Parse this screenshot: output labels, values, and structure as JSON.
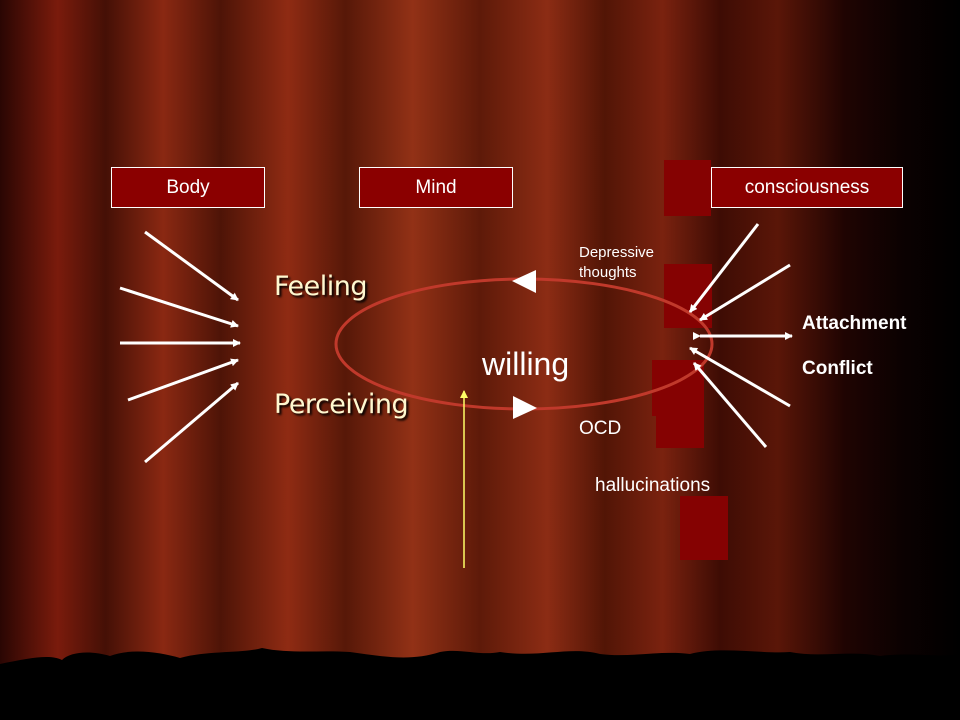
{
  "boxes": {
    "body": "Body",
    "mind": "Mind",
    "consciousness": "consciousness"
  },
  "nodes": {
    "feeling": "Feeling",
    "perceiving": "Perceiving",
    "willing": "willing"
  },
  "conditions": {
    "depressive": "Depressive thoughts",
    "ocd": "OCD",
    "hallucinations": "hallucinations"
  },
  "forces": {
    "attachment": "Attachment",
    "conflict": "Conflict"
  },
  "colors": {
    "box_fill": "#8b0000",
    "cycle_ellipse": "#c0392b",
    "arrow_white": "#ffffff",
    "arrow_yellow": "#ffff66"
  }
}
